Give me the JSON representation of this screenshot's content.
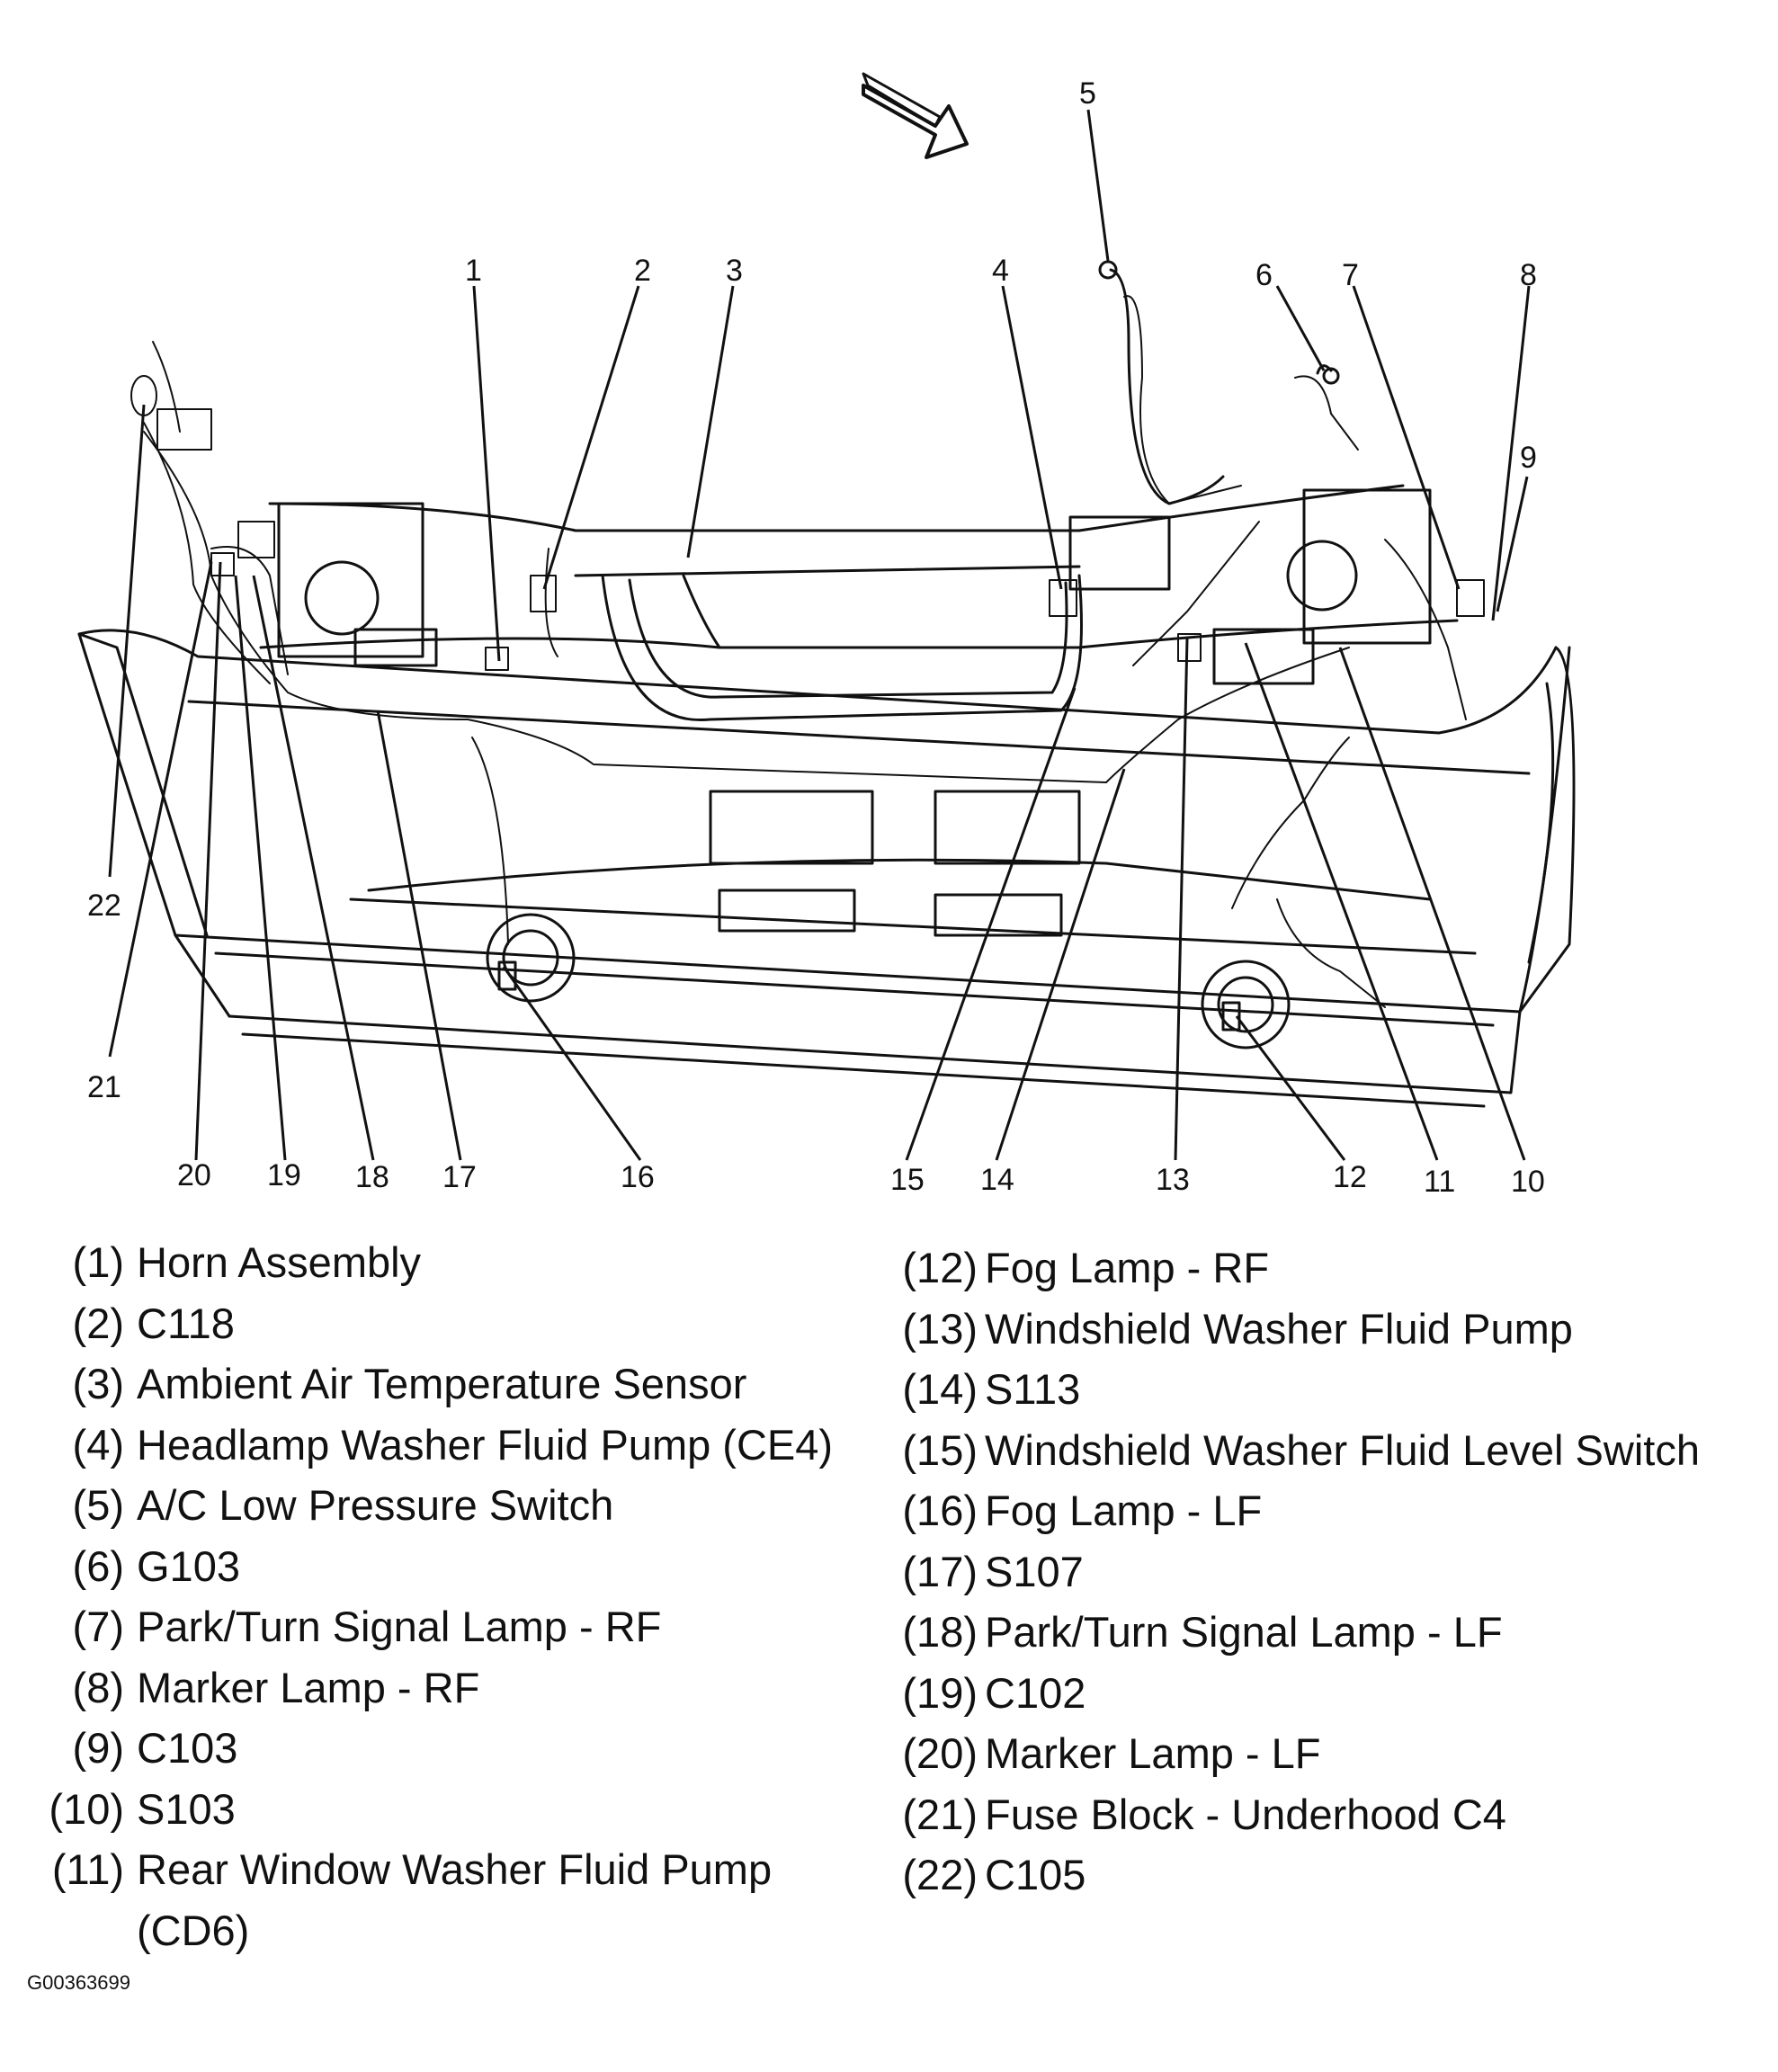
{
  "diagram": {
    "callouts": [
      "1",
      "2",
      "3",
      "4",
      "5",
      "6",
      "7",
      "8",
      "9",
      "10",
      "11",
      "12",
      "13",
      "14",
      "15",
      "16",
      "17",
      "18",
      "19",
      "20",
      "21",
      "22"
    ]
  },
  "legend": {
    "left": [
      {
        "num": "(1)",
        "label": "Horn Assembly"
      },
      {
        "num": "(2)",
        "label": "C118"
      },
      {
        "num": "(3)",
        "label": "Ambient Air Temperature Sensor"
      },
      {
        "num": "(4)",
        "label": "Headlamp Washer Fluid Pump (CE4)"
      },
      {
        "num": "(5)",
        "label": "A/C Low Pressure Switch"
      },
      {
        "num": "(6)",
        "label": "G103"
      },
      {
        "num": "(7)",
        "label": "Park/Turn Signal Lamp - RF"
      },
      {
        "num": "(8)",
        "label": "Marker Lamp - RF"
      },
      {
        "num": "(9)",
        "label": "C103"
      },
      {
        "num": "(10)",
        "label": "S103"
      },
      {
        "num": "(11)",
        "label": "Rear Window Washer Fluid Pump (CD6)"
      }
    ],
    "right": [
      {
        "num": "(12)",
        "label": "Fog Lamp - RF"
      },
      {
        "num": "(13)",
        "label": "Windshield Washer Fluid Pump"
      },
      {
        "num": "(14)",
        "label": "S113"
      },
      {
        "num": "(15)",
        "label": "Windshield Washer Fluid Level Switch"
      },
      {
        "num": "(16)",
        "label": "Fog Lamp - LF"
      },
      {
        "num": "(17)",
        "label": "S107"
      },
      {
        "num": "(18)",
        "label": "Park/Turn Signal Lamp - LF"
      },
      {
        "num": "(19)",
        "label": "C102"
      },
      {
        "num": "(20)",
        "label": "Marker Lamp - LF"
      },
      {
        "num": "(21)",
        "label": "Fuse Block - Underhood C4"
      },
      {
        "num": "(22)",
        "label": "C105"
      }
    ]
  },
  "figure_id": "G00363699"
}
